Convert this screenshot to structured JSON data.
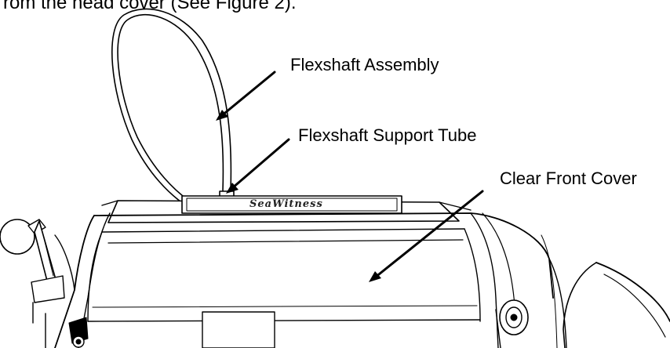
{
  "caption": {
    "partial_text": "rom the head cover (See Figure 2)."
  },
  "labels": {
    "flexshaft_assembly": "Flexshaft Assembly",
    "flexshaft_support_tube": "Flexshaft Support Tube",
    "clear_front_cover": "Clear Front Cover"
  },
  "logo": {
    "text": "SeaWitness"
  },
  "colors": {
    "line": "#000000",
    "background": "#ffffff"
  }
}
